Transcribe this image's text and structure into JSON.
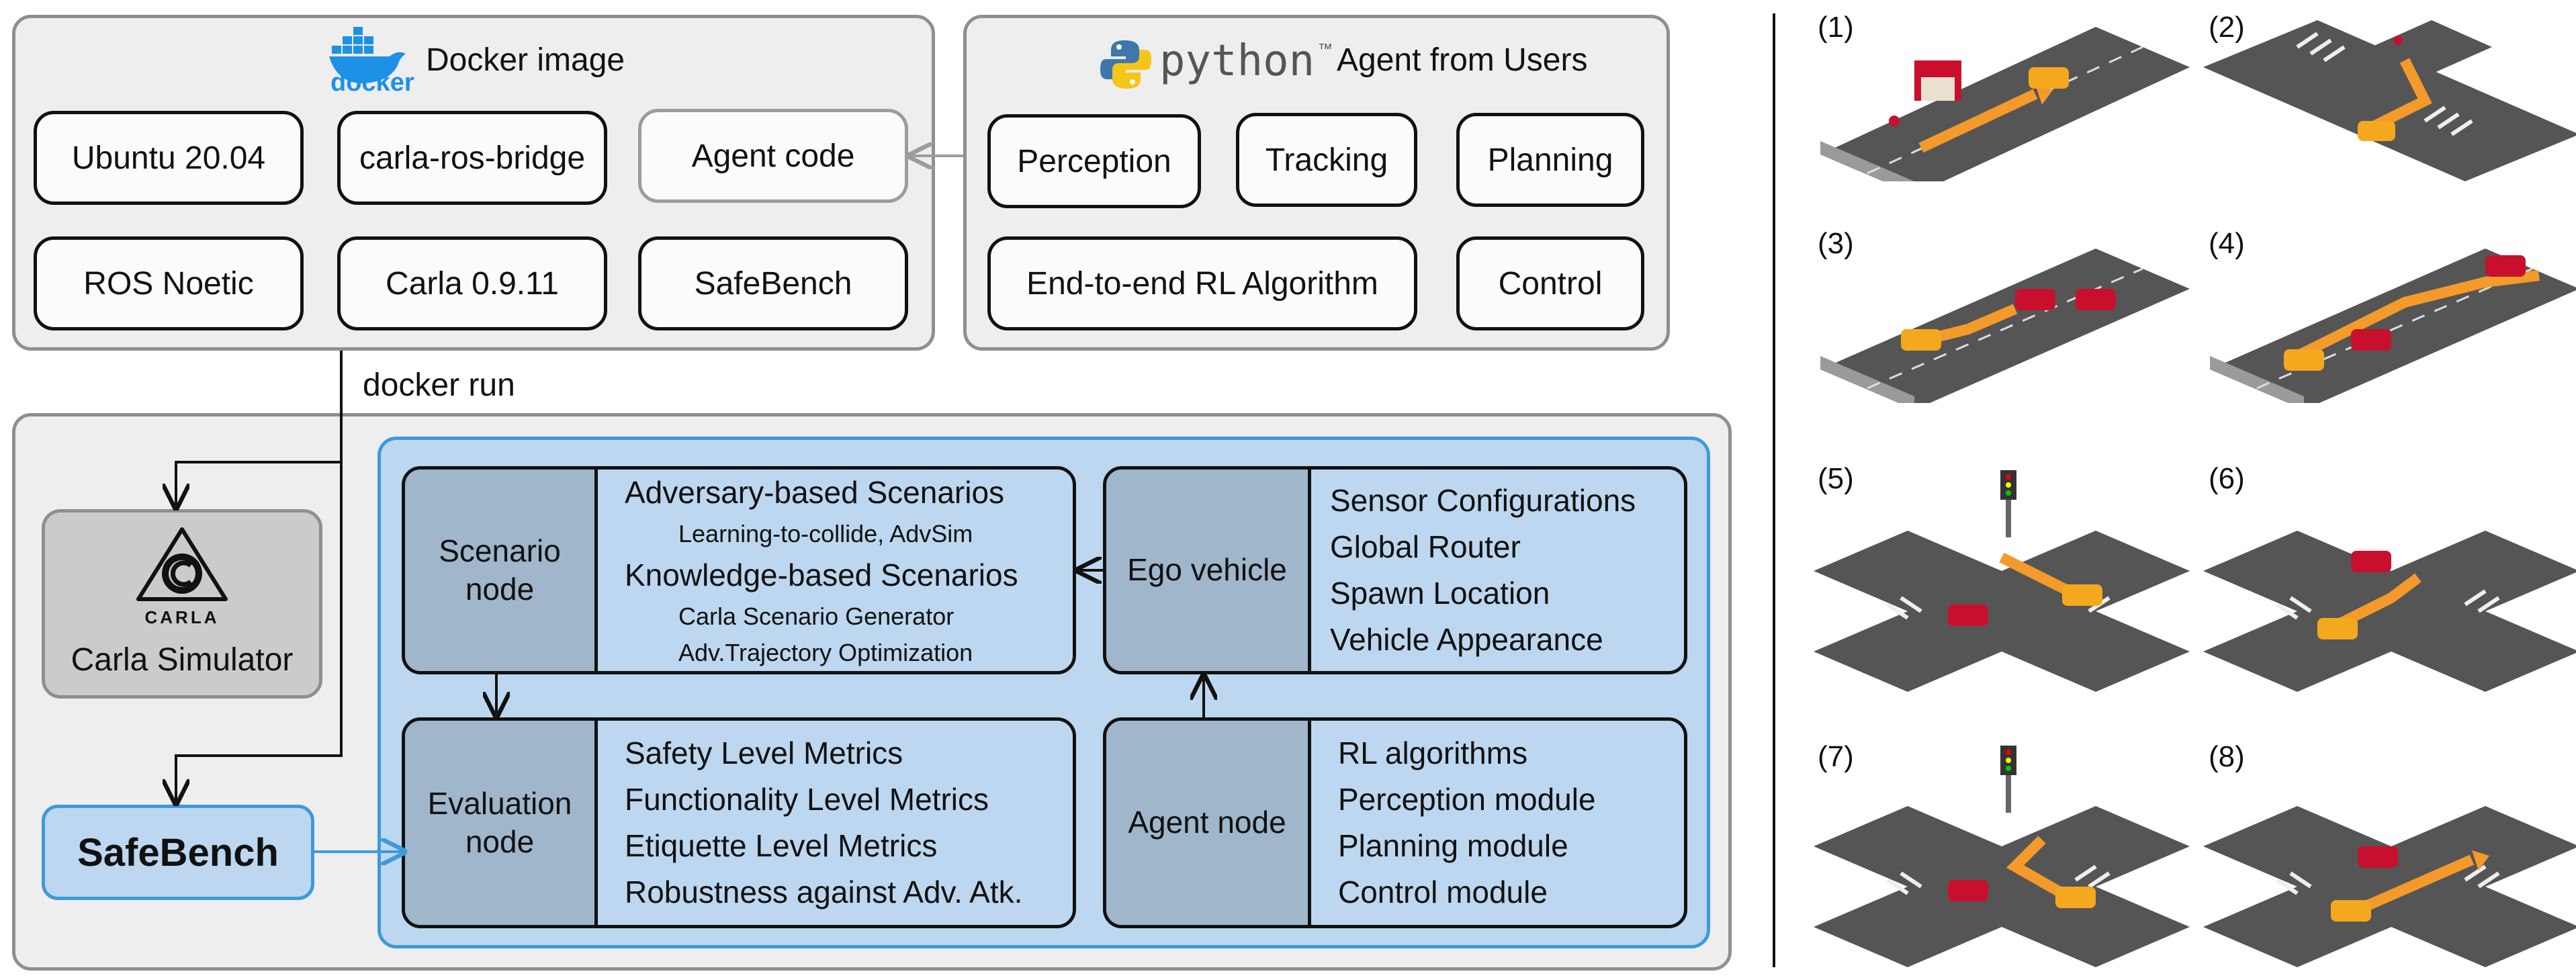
{
  "docker": {
    "title": "Docker image",
    "logo_text": "docker",
    "items": [
      "Ubuntu 20.04",
      "carla-ros-bridge",
      "Agent code",
      "ROS Noetic",
      "Carla 0.9.11",
      "SafeBench"
    ]
  },
  "users": {
    "python_word": "python",
    "tm": "™",
    "title": "Agent from Users",
    "items": [
      "Perception",
      "Tracking",
      "Planning",
      "End-to-end RL Algorithm",
      "Control"
    ]
  },
  "docker_run": "docker run",
  "carla": {
    "logo_text": "CARLA",
    "label": "Carla Simulator"
  },
  "safebench": "SafeBench",
  "scenario_node": {
    "head": "Scenario node",
    "lines": [
      {
        "text": "Adversary-based Scenarios",
        "kind": "line"
      },
      {
        "text": "Learning-to-collide, AdvSim",
        "kind": "sub"
      },
      {
        "text": "Knowledge-based Scenarios",
        "kind": "line"
      },
      {
        "text": "Carla Scenario Generator",
        "kind": "sub"
      },
      {
        "text": "Adv.Trajectory Optimization",
        "kind": "sub"
      }
    ]
  },
  "ego_vehicle": {
    "head": "Ego vehicle",
    "lines": [
      "Sensor Configurations",
      "Global Router",
      "Spawn Location",
      "Vehicle Appearance"
    ]
  },
  "evaluation_node": {
    "head": "Evaluation node",
    "lines": [
      "Safety Level Metrics",
      "Functionality Level Metrics",
      "Etiquette Level Metrics",
      "Robustness against Adv. Atk."
    ]
  },
  "agent_node": {
    "head": "Agent node",
    "lines": [
      "RL algorithms",
      "Perception module",
      "Planning module",
      "Control module"
    ]
  },
  "scenarios": [
    "(1)",
    "(2)",
    "(3)",
    "(4)",
    "(5)",
    "(6)",
    "(7)",
    "(8)"
  ],
  "colors": {
    "panel_bg": "#eeeeee",
    "blue_bg": "#bcd7ef",
    "blue_border": "#3e9ad8",
    "node_head": "#9fb6cb",
    "road": "#555555",
    "car_yellow": "#f4a81d",
    "car_red": "#c8102e",
    "arrow_orange": "#f39a2b"
  }
}
